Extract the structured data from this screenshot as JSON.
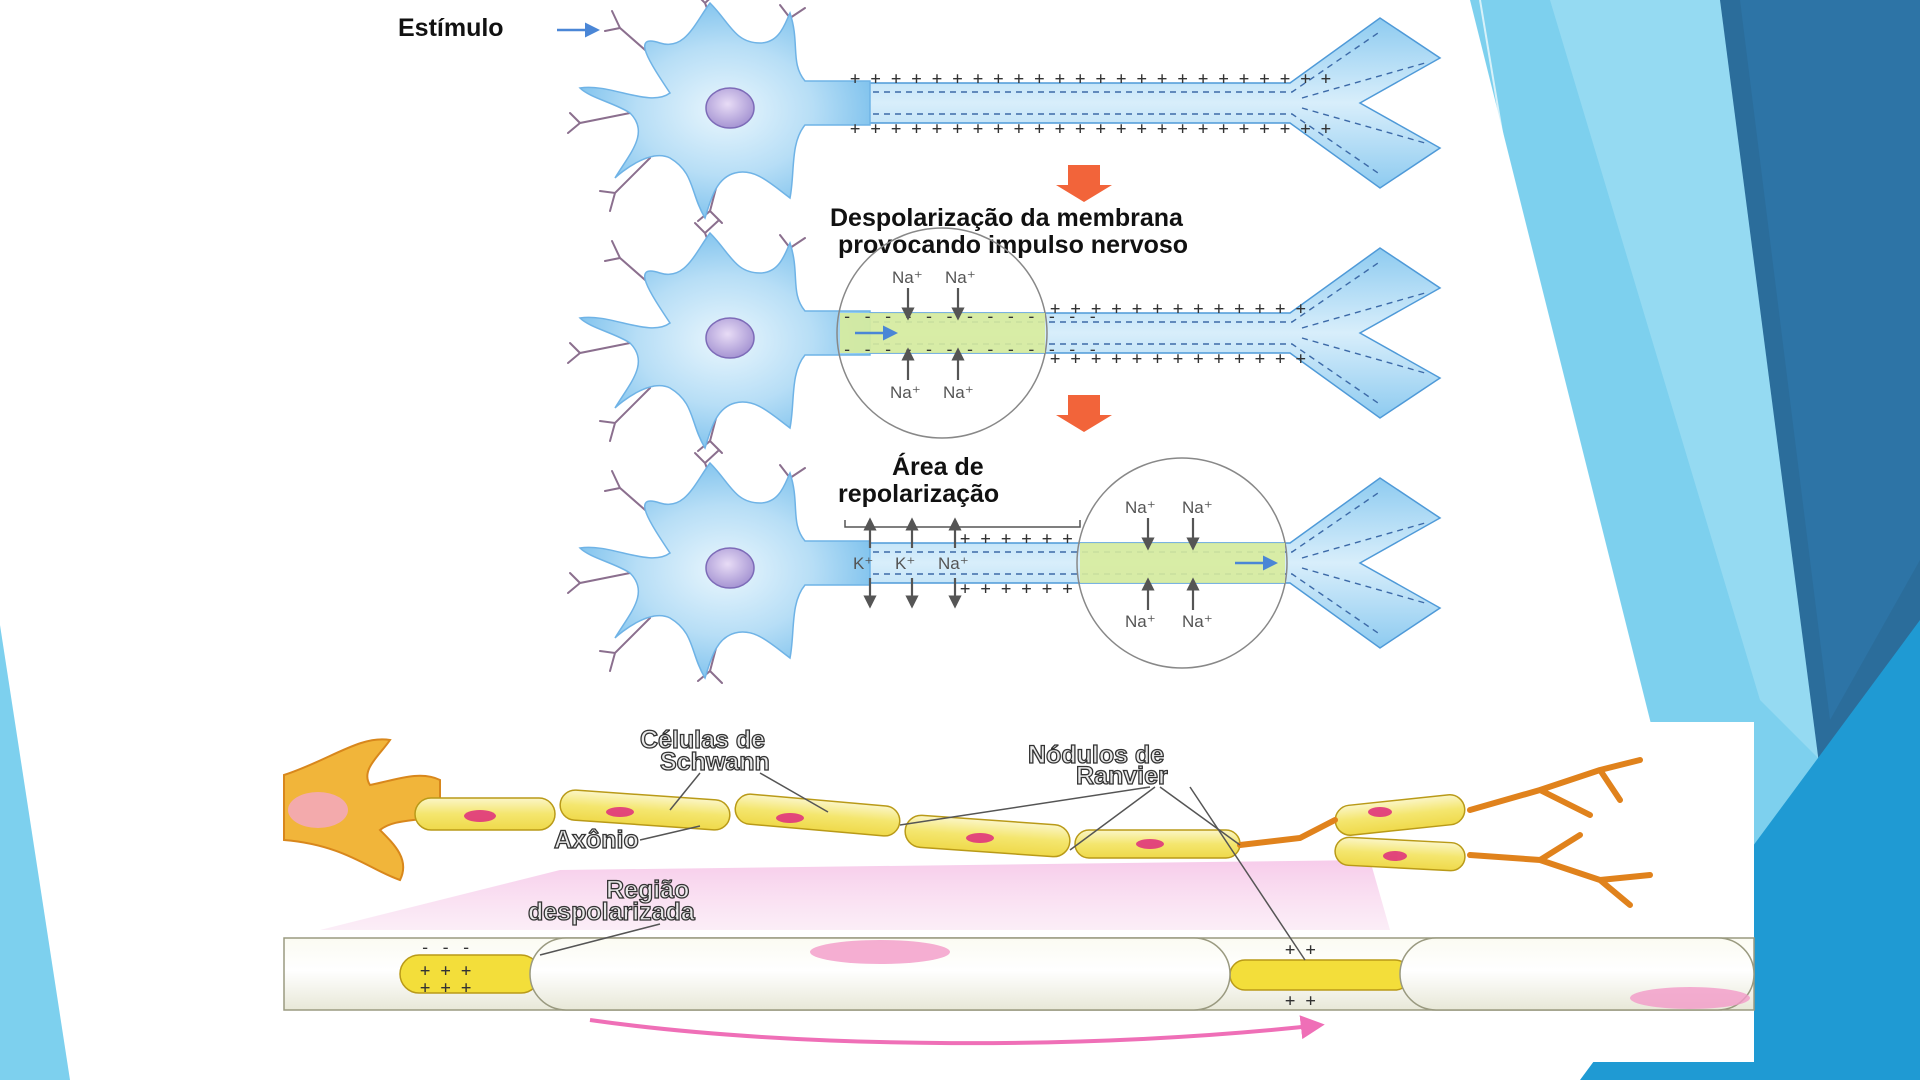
{
  "colors": {
    "slide_bg": "#ffffff",
    "accent_light": "#7dd0ee",
    "accent_mid": "#3aa7d8",
    "accent_dark": "#2b6d9b",
    "neuron_body": "#9fd3f3",
    "depolarized": "#d8ec9c",
    "arrow": "#f2643a",
    "myelin": "#f6ef9a",
    "node": "#f1d21c"
  },
  "icons": [
    "neuron-illustration",
    "down-arrow-icon",
    "myelinated-axon-illustration"
  ],
  "diagram_top": {
    "labels": {
      "stimulus": "Estímulo",
      "depolarization_line1": "Despolarização da membrana",
      "depolarization_line2": "provocando impulso nervoso",
      "repolarization_line1": "Área de",
      "repolarization_line2": "repolarização"
    },
    "ions": {
      "sodium": "Na⁺",
      "potassium": "K⁺"
    }
  },
  "diagram_bottom": {
    "labels": {
      "schwann_line1": "Células de",
      "schwann_line2": "Schwann",
      "ranvier_line1": "Nódulos de",
      "ranvier_line2": "Ranvier",
      "axon": "Axônio",
      "region_line1": "Região",
      "region_line2": "despolarizada"
    }
  }
}
